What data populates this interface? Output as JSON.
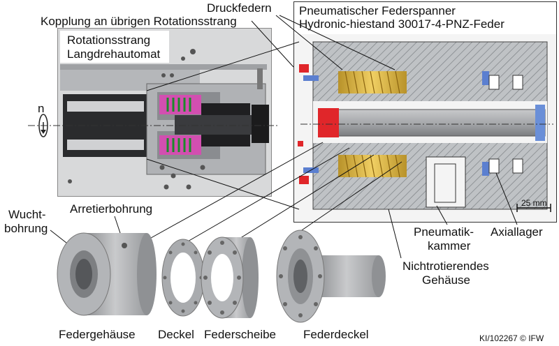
{
  "labels": {
    "druckfedern": "Druckfedern",
    "kopplung": "Kopplung an übrigen Rotationsstrang",
    "rotationsstrang_line1": "Rotationsstrang",
    "rotationsstrang_line2": "Langdrehautomat",
    "pneumatischer_line1": "Pneumatischer Federspanner",
    "pneumatischer_line2": "Hydronic-hiestand 30017-4-PNZ-Feder",
    "n": "n",
    "wucht_line1": "Wucht-",
    "wucht_line2": "bohrung",
    "arretierbohrung": "Arretierbohrung",
    "pneumatik_line1": "Pneumatik-",
    "pneumatik_line2": "kammer",
    "axiallager": "Axiallager",
    "scale": "25 mm",
    "nichtrot_line1": "Nichtrotierendes",
    "nichtrot_line2": "Gehäuse",
    "federgehaeuse": "Federgehäuse",
    "deckel": "Deckel",
    "federscheibe": "Federscheibe",
    "federdeckel": "Federdeckel",
    "credit": "KI/102267 © IFW"
  }
}
